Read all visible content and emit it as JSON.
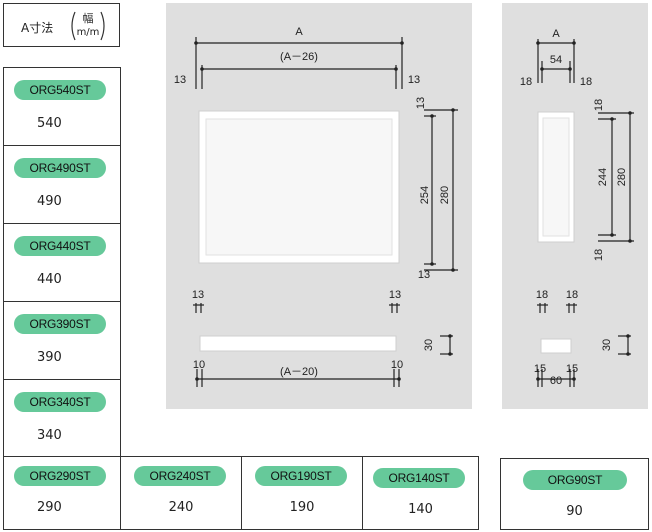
{
  "header": {
    "label": "A寸法",
    "paren_top": "幅",
    "paren_bottom": "m/m"
  },
  "models": [
    {
      "name": "ORG540ST",
      "value": "540"
    },
    {
      "name": "ORG490ST",
      "value": "490"
    },
    {
      "name": "ORG440ST",
      "value": "440"
    },
    {
      "name": "ORG390ST",
      "value": "390"
    },
    {
      "name": "ORG340ST",
      "value": "340"
    },
    {
      "name": "ORG290ST",
      "value": "290"
    },
    {
      "name": "ORG240ST",
      "value": "240"
    },
    {
      "name": "ORG190ST",
      "value": "190"
    },
    {
      "name": "ORG140ST",
      "value": "140"
    },
    {
      "name": "ORG90ST",
      "value": "90"
    }
  ],
  "left_diagram": {
    "a": "A",
    "a_minus_26": "(A－26)",
    "a_minus_20": "(A－20)",
    "d13": "13",
    "d10": "10",
    "d254": "254",
    "d280": "280",
    "d30": "30"
  },
  "right_diagram": {
    "a": "A",
    "d54": "54",
    "d18": "18",
    "d244": "244",
    "d280": "280",
    "d30": "30",
    "d15": "15",
    "d60": "60"
  },
  "colors": {
    "pill": "#66c99a",
    "panel": "#dfdfdf"
  }
}
